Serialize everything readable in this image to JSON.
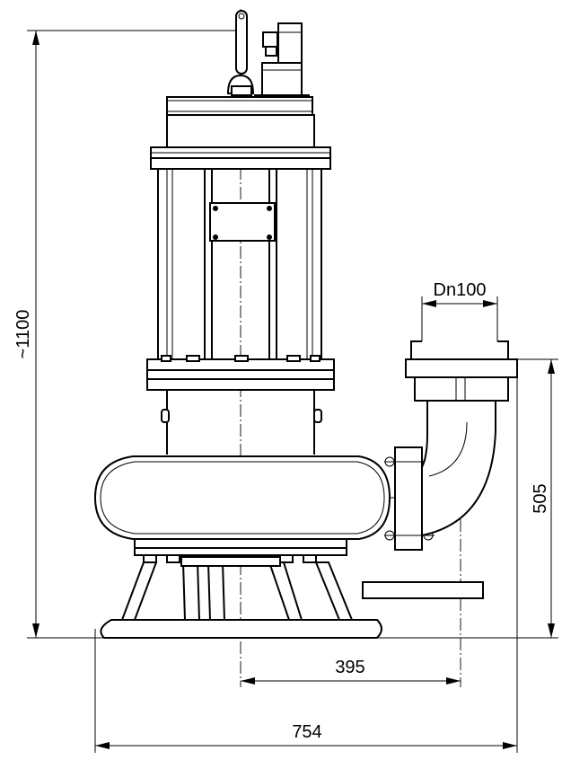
{
  "dimensions": {
    "height": "~1100",
    "outlet_height": "505",
    "outlet_offset": "395",
    "width": "754",
    "outlet_diameter": "Dn100"
  }
}
